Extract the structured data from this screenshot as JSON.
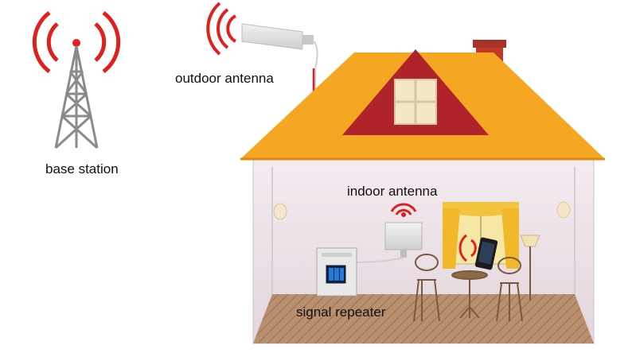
{
  "labels": {
    "base_station": "base station",
    "outdoor_antenna": "outdoor antenna",
    "indoor_antenna": "indoor antenna",
    "signal_repeater": "signal repeater"
  },
  "colors": {
    "roof": "#f5a623",
    "gable": "#b0232a",
    "chimney": "#c0392b",
    "wall": "#e8dde4",
    "floor": "#b58a6a",
    "cable": "#e0201c",
    "signal_waves": "#e0201c",
    "tower": "#8a8a8a"
  },
  "icons": {
    "tower": "cell-tower-icon",
    "outdoor": "directional-antenna-icon",
    "indoor": "panel-antenna-icon",
    "repeater": "repeater-device-icon",
    "phone": "smartphone-icon"
  },
  "repeater_display": {
    "screens": 3
  }
}
